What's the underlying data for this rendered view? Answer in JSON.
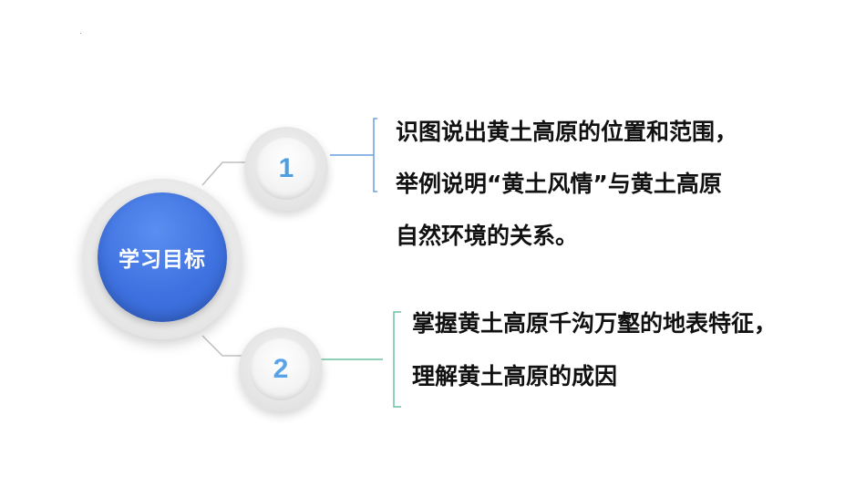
{
  "center": {
    "title": "学习目标"
  },
  "objectives": [
    {
      "number": "1",
      "lines": [
        "识图说出黄土高原的位置和范围，",
        "举例说明“黄土风情”与黄土高原",
        "自然环境的关系。"
      ],
      "number_color": "#4f9ee0",
      "line_color": "#6a9fe0",
      "bracket_color": "#6a9fe0"
    },
    {
      "number": "2",
      "lines": [
        "掌握黄土高原千沟万壑的地表特征，",
        "理解黄土高原的成因"
      ],
      "number_color": "#5aa3e6",
      "line_color": "#6cc3a0",
      "bracket_color": "#6cc3a0"
    }
  ],
  "colors": {
    "center_blue": "#3f72e0",
    "connector_gray": "#bfbfbf",
    "text": "#111111"
  }
}
